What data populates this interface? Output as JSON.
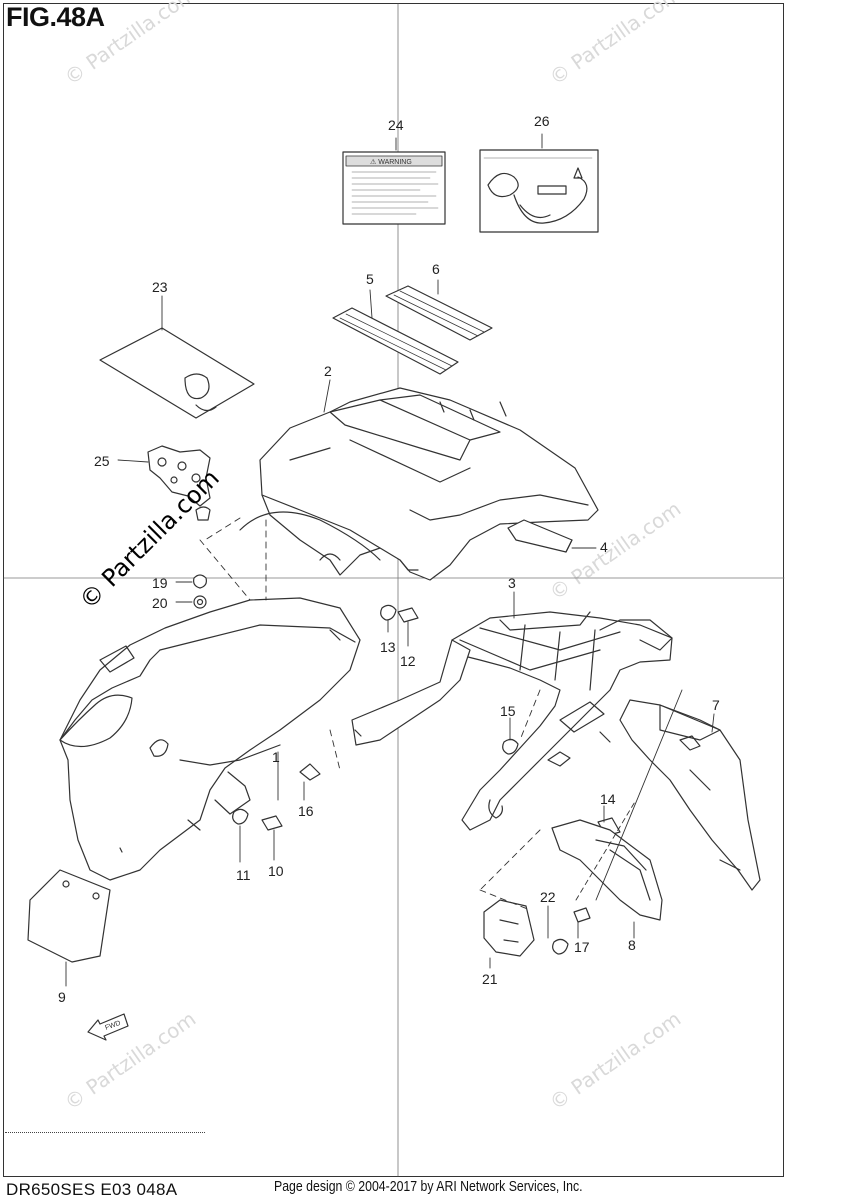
{
  "figure": {
    "title": "FIG.48A"
  },
  "footer": {
    "model_code": "DR650SES E03  048A",
    "credit": "Page design © 2004-2017 by ARI Network Services, Inc."
  },
  "watermark": {
    "main": "© Partzilla.com",
    "faint": "© Partzilla.com"
  },
  "labels": {
    "warning_label_text": "⚠ WARNING",
    "fwd_arrow_text": "FWD"
  },
  "callouts": [
    "24",
    "26",
    "23",
    "5",
    "6",
    "2",
    "25",
    "4",
    "19",
    "20",
    "3",
    "13",
    "12",
    "15",
    "1",
    "16",
    "14",
    "7",
    "11",
    "10",
    "22",
    "17",
    "8",
    "21",
    "9"
  ]
}
